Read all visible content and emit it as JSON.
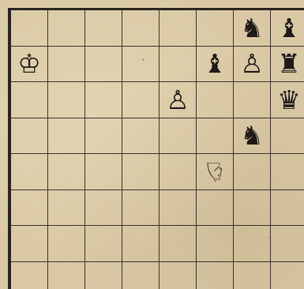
{
  "board": {
    "pieces": [
      {
        "row": 0,
        "col": 6,
        "glyph": "♞",
        "name": "black-knight-icon"
      },
      {
        "row": 0,
        "col": 7,
        "glyph": "♝",
        "name": "black-bishop-icon"
      },
      {
        "row": 1,
        "col": 0,
        "glyph": "♔",
        "name": "white-king-icon"
      },
      {
        "row": 1,
        "col": 5,
        "glyph": "♝",
        "name": "black-bishop-icon"
      },
      {
        "row": 1,
        "col": 6,
        "glyph": "♙",
        "name": "white-pawn-icon"
      },
      {
        "row": 1,
        "col": 7,
        "glyph": "♜",
        "name": "black-rook-icon"
      },
      {
        "row": 2,
        "col": 4,
        "glyph": "♙",
        "name": "white-pawn-icon"
      },
      {
        "row": 2,
        "col": 7,
        "glyph": "♛",
        "name": "black-queen-icon"
      },
      {
        "row": 3,
        "col": 6,
        "glyph": "♞",
        "name": "black-knight-icon"
      },
      {
        "row": 4,
        "col": 5,
        "glyph": "♘",
        "name": "white-knight-icon",
        "rotated": true
      }
    ]
  }
}
